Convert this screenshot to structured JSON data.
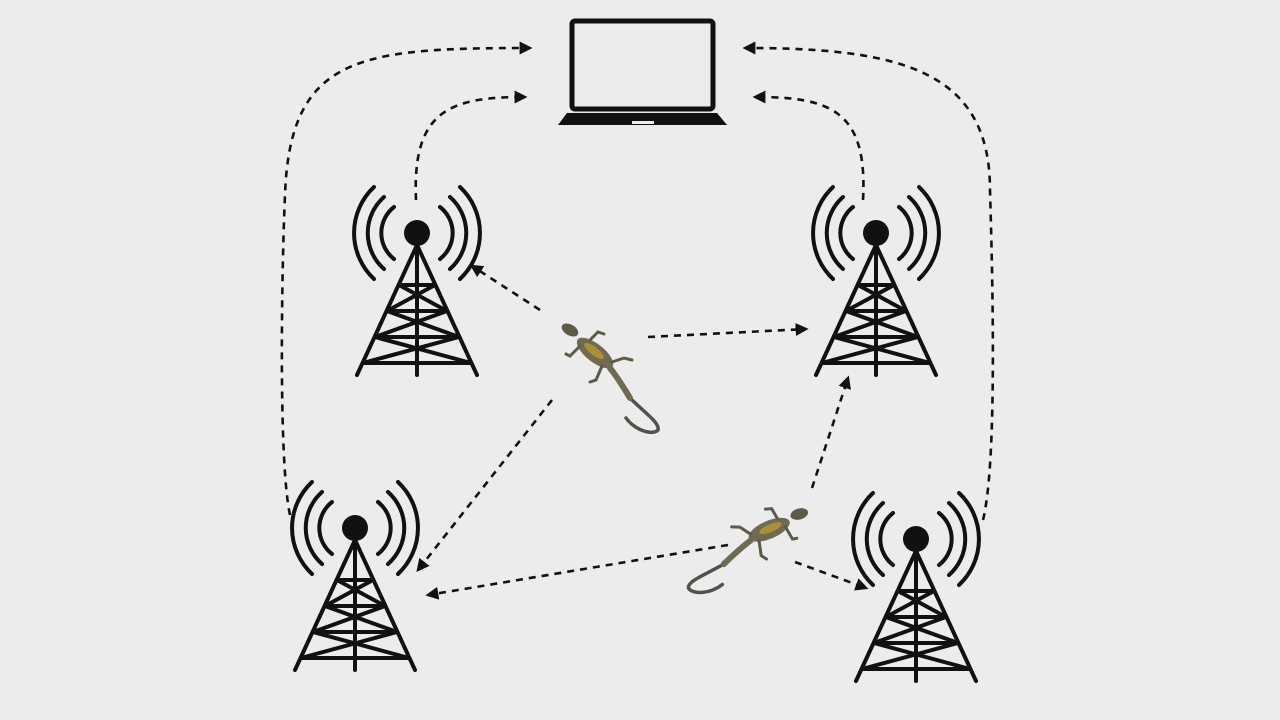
{
  "diagram": {
    "nodes": [
      {
        "id": "laptop",
        "kind": "laptop-icon"
      },
      {
        "id": "tower-top-left",
        "kind": "tower-icon"
      },
      {
        "id": "tower-top-right",
        "kind": "tower-icon"
      },
      {
        "id": "tower-bottom-left",
        "kind": "tower-icon"
      },
      {
        "id": "tower-bottom-right",
        "kind": "tower-icon"
      },
      {
        "id": "lizard-1",
        "kind": "lizard-icon"
      },
      {
        "id": "lizard-2",
        "kind": "lizard-icon"
      }
    ],
    "edges": [
      {
        "from": "tower-bottom-left",
        "to": "laptop"
      },
      {
        "from": "tower-top-left",
        "to": "laptop"
      },
      {
        "from": "tower-top-right",
        "to": "laptop"
      },
      {
        "from": "tower-bottom-right",
        "to": "laptop"
      },
      {
        "from": "lizard-1",
        "to": "tower-top-left"
      },
      {
        "from": "lizard-1",
        "to": "tower-top-right"
      },
      {
        "from": "lizard-1",
        "to": "tower-bottom-left"
      },
      {
        "from": "lizard-2",
        "to": "tower-top-right"
      },
      {
        "from": "lizard-2",
        "to": "tower-bottom-left"
      },
      {
        "from": "lizard-2",
        "to": "tower-bottom-right"
      }
    ],
    "colors": {
      "background": "#ececec",
      "ink": "#111111",
      "lizard_body": "#6f6a52",
      "lizard_stripe": "#b59a2e"
    }
  }
}
